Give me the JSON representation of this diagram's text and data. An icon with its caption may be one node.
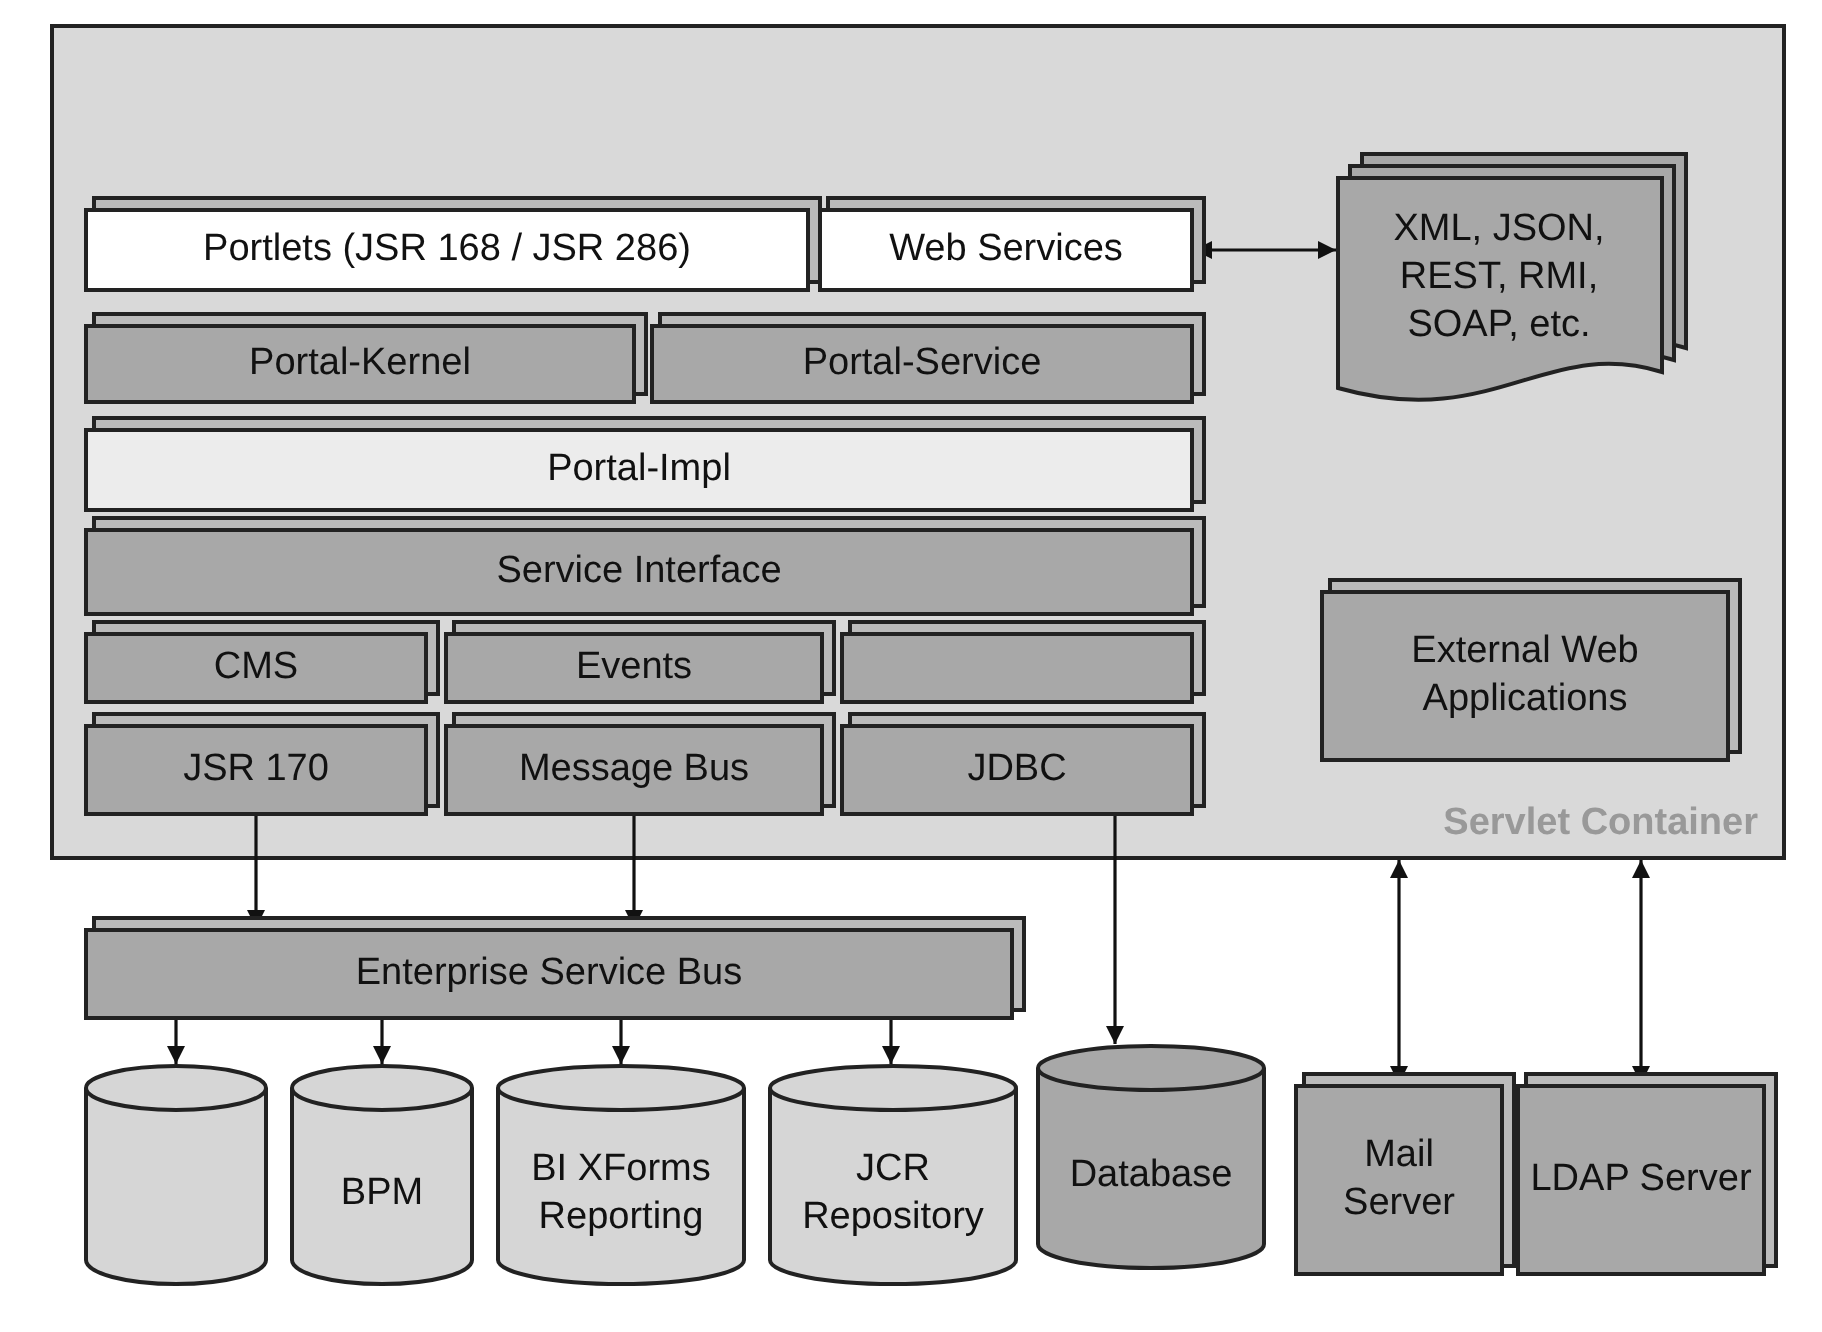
{
  "diagram": {
    "nodes": [
      {
        "text": [
          "Servlet Container"
        ]
      },
      {
        "text": [
          "Portlets (JSR 168 / JSR 286)"
        ],
        "in": 0
      },
      {
        "text": [
          "Web Services"
        ],
        "in": 0
      },
      {
        "text": [
          "XML, JSON, REST, RMI, SOAP, etc."
        ],
        "in": 0
      },
      {
        "text": [
          "Portal-Kernel"
        ],
        "in": 0
      },
      {
        "text": [
          "Portal-Service"
        ],
        "in": 0
      },
      {
        "text": [
          "Portal-Impl"
        ],
        "in": 0
      },
      {
        "text": [
          "Service Interface"
        ],
        "in": 0
      },
      {
        "text": [
          "CMS"
        ],
        "in": 0
      },
      {
        "text": [
          "Events"
        ],
        "in": 0
      },
      {
        "text": [],
        "shape": "box",
        "in": 0
      },
      {
        "text": [
          "External Web Applications"
        ],
        "in": 0
      },
      {
        "text": [
          "JSR 170"
        ],
        "in": 0
      },
      {
        "text": [
          "Message Bus"
        ],
        "in": 0
      },
      {
        "text": [
          "JDBC"
        ],
        "in": 0
      },
      {
        "text": [
          "Enterprise Service Bus"
        ]
      },
      {
        "text": [],
        "shape": "cylinder"
      },
      {
        "text": [
          "BPM"
        ]
      },
      {
        "text": [
          "BI XForms Reporting"
        ]
      },
      {
        "text": [
          "JCR Repository"
        ]
      },
      {
        "text": [
          "Database"
        ]
      },
      {
        "text": [
          "Mail Server"
        ]
      },
      {
        "text": [
          "LDAP Server"
        ]
      }
    ],
    "edges": [
      {
        "from": 2,
        "to": 3,
        "arrow": "both"
      },
      {
        "from": 12,
        "to": 15,
        "arrow": "to"
      },
      {
        "from": 13,
        "to": 15,
        "arrow": "to"
      },
      {
        "from": 14,
        "to": 20,
        "arrow": "to"
      },
      {
        "from": 21,
        "to": 0,
        "arrow": "both"
      },
      {
        "from": 22,
        "to": 0,
        "arrow": "both"
      },
      {
        "from": 15,
        "to": 16,
        "arrow": "to"
      },
      {
        "from": 15,
        "to": 17,
        "arrow": "to"
      },
      {
        "from": 15,
        "to": 18,
        "arrow": "to"
      },
      {
        "from": 15,
        "to": 19,
        "arrow": "to"
      }
    ]
  }
}
